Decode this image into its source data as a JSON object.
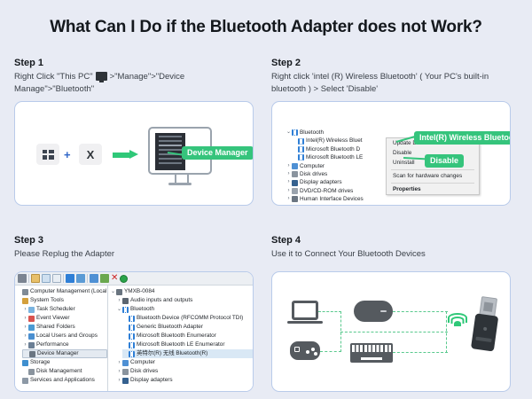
{
  "page": {
    "title": "What Can I Do if the Bluetooth Adapter does not Work?",
    "background_color": "#e8ebf4",
    "panel_border_color": "#b9cbea",
    "accent_green": "#35c47c"
  },
  "steps": [
    {
      "head": "Step 1",
      "desc_before": "Right Click \"This PC\"",
      "desc_icon": "monitor-icon",
      "desc_after": ">\"Manage\">\"Device Manage\">\"Bluetooth\"",
      "keys": {
        "win": "windows-key",
        "plus": "+",
        "x": "X"
      },
      "callout": "Device Manager"
    },
    {
      "head": "Step 2",
      "desc": "Right click 'intel (R) Wireless Bluetooth' ( Your PC's built-in bluetooth ) > Select 'Disable'",
      "tree": [
        {
          "label": "Bluetooth",
          "chev": "⌄",
          "icon": "bluetooth-icon",
          "indent": 1
        },
        {
          "label": "Intel(R) Wireless Bluet",
          "chev": "",
          "icon": "bluetooth-device-icon",
          "indent": 2
        },
        {
          "label": "Microsoft Bluetooth D",
          "chev": "",
          "icon": "bluetooth-device-icon",
          "indent": 2
        },
        {
          "label": "Microsoft Bluetooth LE",
          "chev": "",
          "icon": "bluetooth-device-icon",
          "indent": 2
        },
        {
          "label": "Computer",
          "chev": "›",
          "icon": "computer-icon",
          "indent": 1
        },
        {
          "label": "Disk drives",
          "chev": "›",
          "icon": "disk-icon",
          "indent": 1
        },
        {
          "label": "Display adapters",
          "chev": "›",
          "icon": "display-icon",
          "indent": 1
        },
        {
          "label": "DVD/CD-ROM drives",
          "chev": "›",
          "icon": "dvd-icon",
          "indent": 1
        },
        {
          "label": "Human Interface Devices",
          "chev": "›",
          "icon": "hid-icon",
          "indent": 1
        }
      ],
      "context_menu": [
        {
          "label": "Update Driver Software...",
          "bold": false
        },
        {
          "label": "Disable",
          "bold": false
        },
        {
          "label": "Uninstall",
          "bold": false
        },
        {
          "label": "Scan for hardware changes",
          "bold": false
        },
        {
          "label": "Properties",
          "bold": true
        }
      ],
      "callouts": {
        "intel": "Intel(R) Wireless Bluetooth",
        "disable": "Disable"
      }
    },
    {
      "head": "Step 3",
      "desc": "Please Replug the Adapter",
      "left_tree": [
        {
          "label": "Computer Management (Local",
          "chev": "",
          "icon": "computer-management-icon",
          "indent": 0
        },
        {
          "label": "System Tools",
          "chev": "",
          "icon": "system-tools-icon",
          "indent": 0
        },
        {
          "label": "Task Scheduler",
          "chev": "›",
          "icon": "task-scheduler-icon",
          "indent": 1
        },
        {
          "label": "Event Viewer",
          "chev": "›",
          "icon": "event-viewer-icon",
          "indent": 1
        },
        {
          "label": "Shared Folders",
          "chev": "›",
          "icon": "shared-folders-icon",
          "indent": 1
        },
        {
          "label": "Local Users and Groups",
          "chev": "›",
          "icon": "local-users-icon",
          "indent": 1
        },
        {
          "label": "Performance",
          "chev": "›",
          "icon": "performance-icon",
          "indent": 1
        },
        {
          "label": "Device Manager",
          "chev": "",
          "icon": "device-manager-icon",
          "indent": 1,
          "selected": true
        },
        {
          "label": "Storage",
          "chev": "",
          "icon": "storage-icon",
          "indent": 0
        },
        {
          "label": "Disk Management",
          "chev": "",
          "icon": "disk-management-icon",
          "indent": 1
        },
        {
          "label": "Services and Applications",
          "chev": "",
          "icon": "services-icon",
          "indent": 0
        }
      ],
      "right_tree": [
        {
          "label": "YMXB-0084",
          "chev": "⌄",
          "icon": "pc-root-icon",
          "indent": 0
        },
        {
          "label": "Audio inputs and outputs",
          "chev": "›",
          "icon": "audio-icon",
          "indent": 1
        },
        {
          "label": "Bluetooth",
          "chev": "⌄",
          "icon": "bluetooth-icon",
          "indent": 1
        },
        {
          "label": "Bluetooth Device (RFCOMM Protocol TDI)",
          "chev": "",
          "icon": "bluetooth-device-icon",
          "indent": 2
        },
        {
          "label": "Generic Bluetooth Adapter",
          "chev": "",
          "icon": "bluetooth-device-icon",
          "indent": 2
        },
        {
          "label": "Microsoft Bluetooth Enumerator",
          "chev": "",
          "icon": "bluetooth-device-icon",
          "indent": 2
        },
        {
          "label": "Microsoft Bluetooth LE Enumerator",
          "chev": "",
          "icon": "bluetooth-device-icon",
          "indent": 2
        },
        {
          "label": "英特尔(R) 无线 Bluetooth(R)",
          "chev": "",
          "icon": "bluetooth-device-icon",
          "indent": 2,
          "highlighted": true
        },
        {
          "label": "Computer",
          "chev": "›",
          "icon": "computer-icon",
          "indent": 1
        },
        {
          "label": "Disk drives",
          "chev": "›",
          "icon": "disk-icon",
          "indent": 1
        },
        {
          "label": "Display adapters",
          "chev": "›",
          "icon": "display-icon",
          "indent": 1
        }
      ],
      "toolbar_icons": [
        "back-arrow-icon",
        "folder-up-icon",
        "window-icon",
        "properties-icon",
        "help-icon",
        "refresh-icon",
        "monitor-icon",
        "scan-icon",
        "disable-x-icon",
        "enable-circle-icon"
      ]
    },
    {
      "head": "Step 4",
      "desc": "Use it to Connect Your Bluetooth Devices",
      "devices": [
        "laptop-icon",
        "gamepad-icon",
        "mouse-icon",
        "keyboard-icon"
      ],
      "signal_icon": "wifi-signal-icon",
      "adapter_icon": "usb-bluetooth-adapter-icon"
    }
  ]
}
